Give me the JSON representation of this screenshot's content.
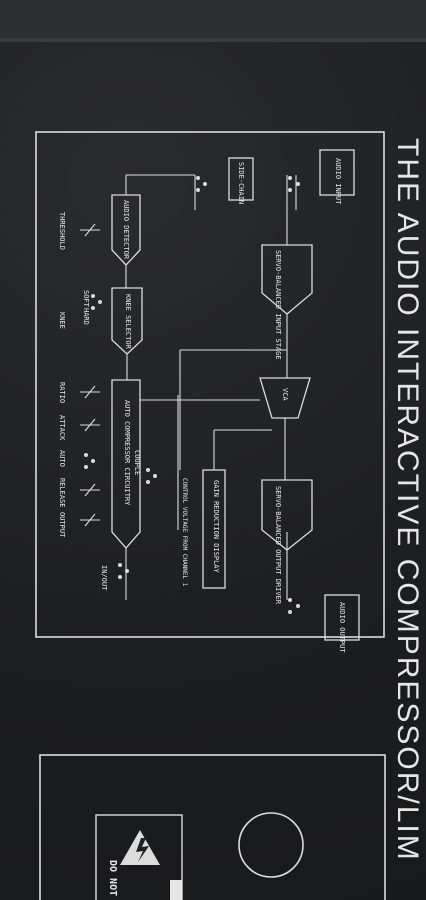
{
  "panel": {
    "header": "THE AUDIO INTERACTIVE COMPRESSOR/LIM",
    "blocks": {
      "audio_input": "AUDIO INPUT",
      "side_chain": "SIDE-CHAIN",
      "audio_detector": "AUDIO DETECTOR",
      "servo_input": "SERVO-BALANCED INPUT STAGE",
      "knee_selector": "KNEE SELECTOR",
      "vca": "VCA",
      "auto_comp": "AUTO COMPRESSOR CIRCUITRY",
      "gain_display": "GAIN REDUCTION DISPLAY",
      "servo_output": "SERVO-BALANCED OUTPUT DRIVER",
      "audio_output": "AUDIO OUTPUT"
    },
    "controls": {
      "threshold": "THRESHOLD",
      "knee": "KNEE",
      "soft": "SOFT",
      "hard": "HARD",
      "ratio": "RATIO",
      "attack": "ATTACK",
      "auto": "AUTO",
      "release": "RELEASE",
      "output": "OUTPUT",
      "couple": "COUPLE",
      "control_voltage": "CONTROL VOLTAGE FROM CHANNEL 1",
      "inout": "IN/OUT"
    },
    "warning": "DO NOT E"
  }
}
